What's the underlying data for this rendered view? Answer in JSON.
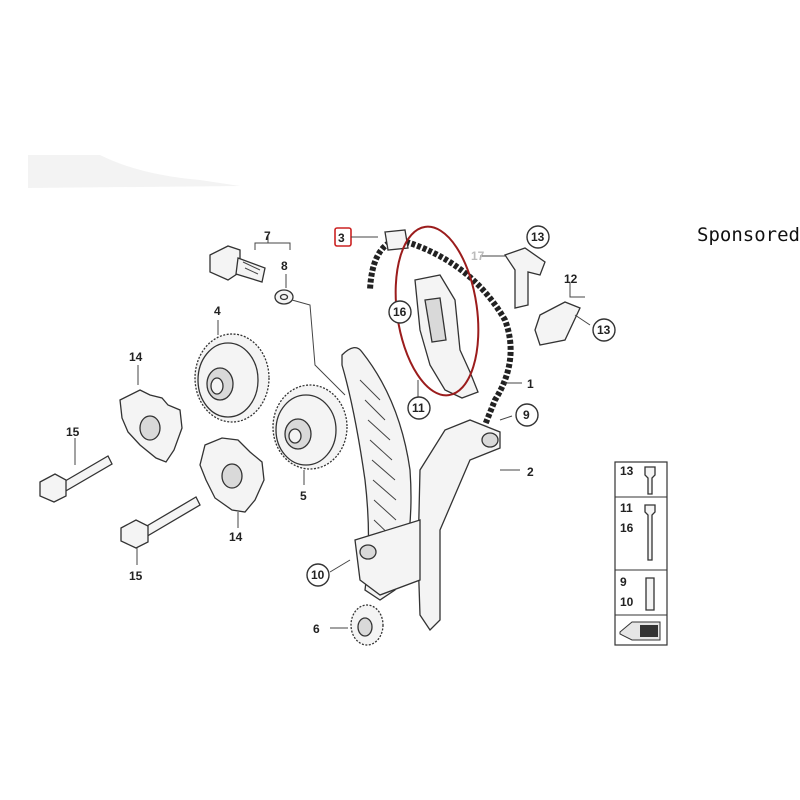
{
  "page": {
    "sponsored_label": "Sponsored"
  },
  "diagram": {
    "parts": {
      "p1": "1",
      "p2": "2",
      "p3": "3",
      "p4": "4",
      "p5": "5",
      "p6": "6",
      "p7": "7",
      "p8": "8",
      "p9": "9",
      "p10": "10",
      "p11": "11",
      "p12": "12",
      "p13": "13",
      "p14": "14",
      "p15": "15",
      "p16": "16",
      "p17": "17"
    },
    "legend": {
      "row1": [
        "13"
      ],
      "row2": [
        "11",
        "16"
      ],
      "row3": [
        "9",
        "10"
      ]
    },
    "colors": {
      "highlight_ellipse": "#9b1c1c",
      "highlight_box": "#cc2222",
      "line": "#333333",
      "light_fill": "#f4f4f4"
    }
  }
}
